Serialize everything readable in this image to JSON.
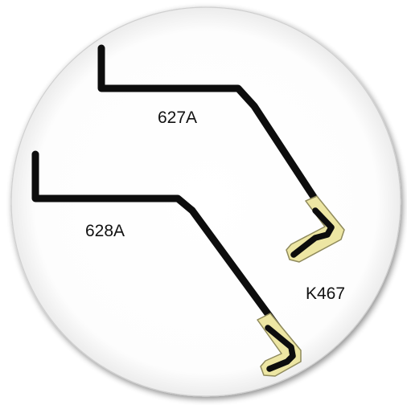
{
  "diagram": {
    "parts": [
      {
        "id": "627A",
        "label": "627A"
      },
      {
        "id": "628A",
        "label": "628A"
      }
    ],
    "detail_label": "K467",
    "colors": {
      "rod": "#0d0d0d",
      "sleeve_fill": "#ede6a3",
      "sleeve_edge": "#8f8a5c",
      "disc_fill": "#ffffff",
      "disc_shadow": "#9a9a9a"
    }
  }
}
